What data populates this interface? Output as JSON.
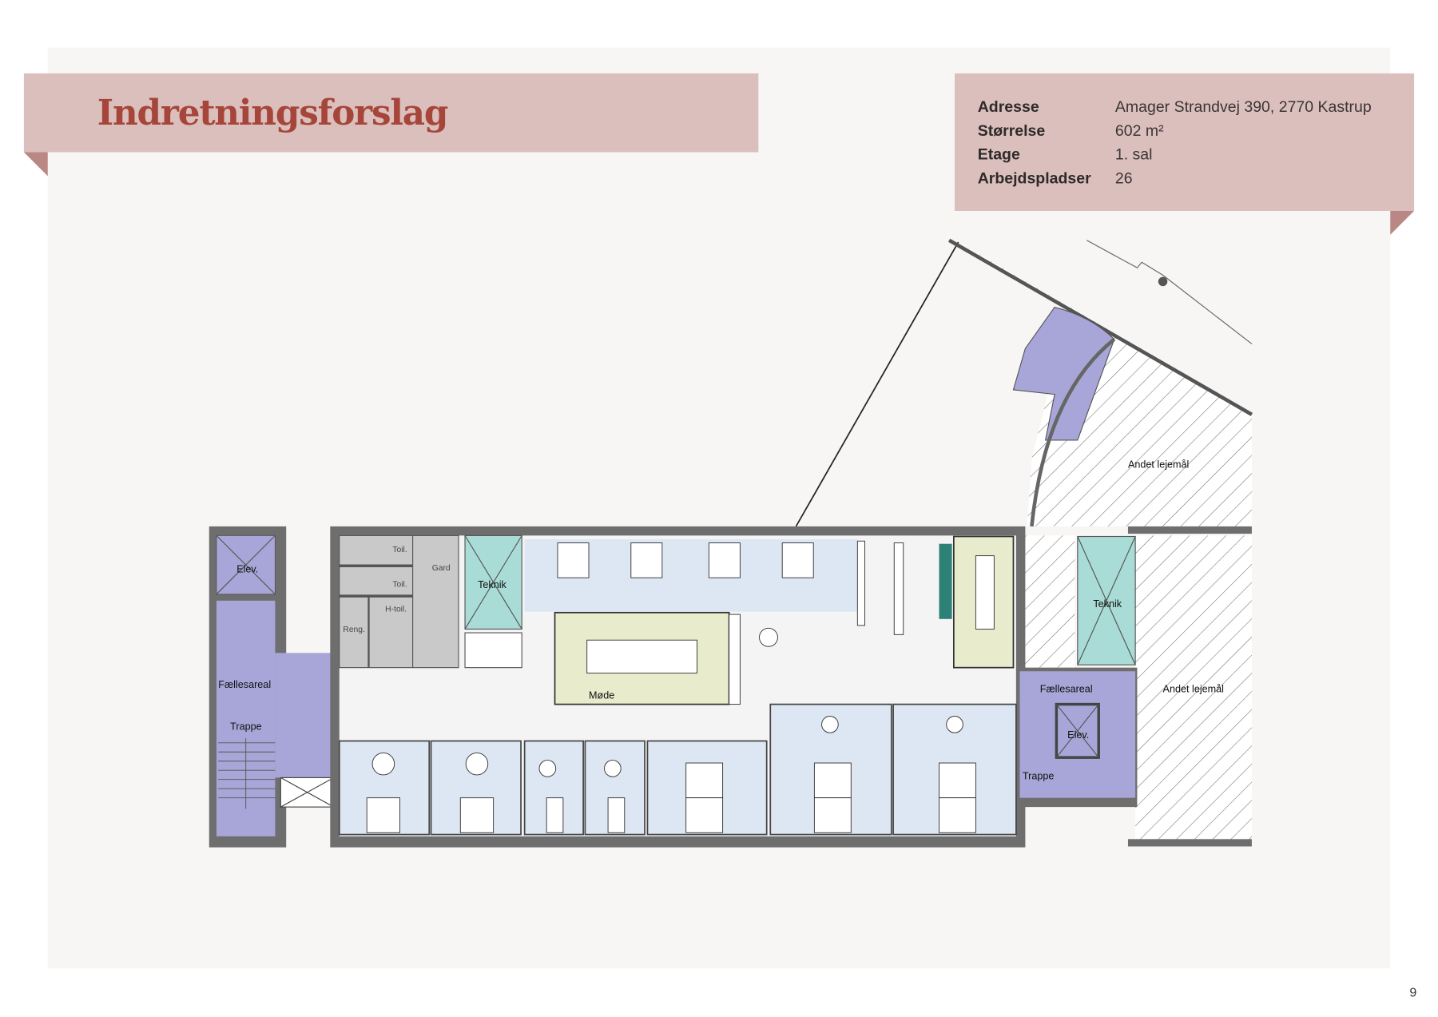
{
  "header": {
    "title": "Indretningsforslag"
  },
  "info": {
    "rows": [
      {
        "label": "Adresse",
        "value": "Amager Strandvej 390, 2770 Kastrup"
      },
      {
        "label": "Størrelse",
        "value": "602 m²"
      },
      {
        "label": "Etage",
        "value": "1. sal"
      },
      {
        "label": "Arbejdspladser",
        "value": "26"
      }
    ]
  },
  "plan": {
    "labels": {
      "elev_left": "Elev.",
      "faellesareal_left": "Fællesareal",
      "trappe_left": "Trappe",
      "toil_1": "Toil.",
      "toil_2": "Toil.",
      "gard": "Gard",
      "h_toil": "H-toil.",
      "reng": "Reng.",
      "teknik_left": "Teknik",
      "mode": "Møde",
      "teknik_right": "Teknik",
      "faellesareal_right": "Fællesareal",
      "elev_right": "Elev.",
      "trappe_right": "Trappe",
      "andet_1": "Andet lejemål",
      "andet_2": "Andet lejemål"
    }
  },
  "footer": {
    "page_number": "9"
  },
  "colors": {
    "accent": "#a6453a",
    "banner": "#dbbfbc",
    "purple": "#a8a6d8",
    "teknik": "#a9dcd6",
    "office": "#dde6f3",
    "meeting": "#e8ebcc"
  }
}
